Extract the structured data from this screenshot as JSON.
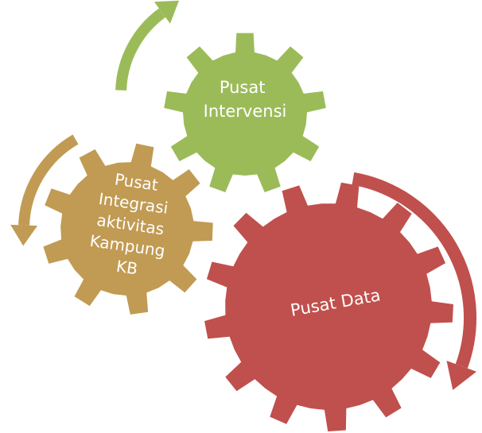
{
  "colors": {
    "green": "#9bbb59",
    "gold": "#c19b53",
    "red": "#c0504d",
    "text": "#ffffff",
    "background": "#ffffff"
  },
  "gears": {
    "intervensi": {
      "lines": [
        "Pusat",
        "Intervensi"
      ],
      "color": "#9bbb59",
      "icon": "gear-icon"
    },
    "integrasi": {
      "lines": [
        "Pusat",
        "Integrasi",
        "aktivitas",
        "Kampung",
        "KB"
      ],
      "color": "#c19b53",
      "icon": "gear-icon"
    },
    "data": {
      "lines": [
        "Pusat Data"
      ],
      "color": "#c0504d",
      "icon": "gear-icon"
    }
  },
  "arrows": {
    "green": {
      "color": "#9bbb59",
      "icon": "rotation-arrow-icon"
    },
    "gold": {
      "color": "#c19b53",
      "icon": "rotation-arrow-icon"
    },
    "red": {
      "color": "#c0504d",
      "icon": "rotation-arrow-icon"
    }
  }
}
